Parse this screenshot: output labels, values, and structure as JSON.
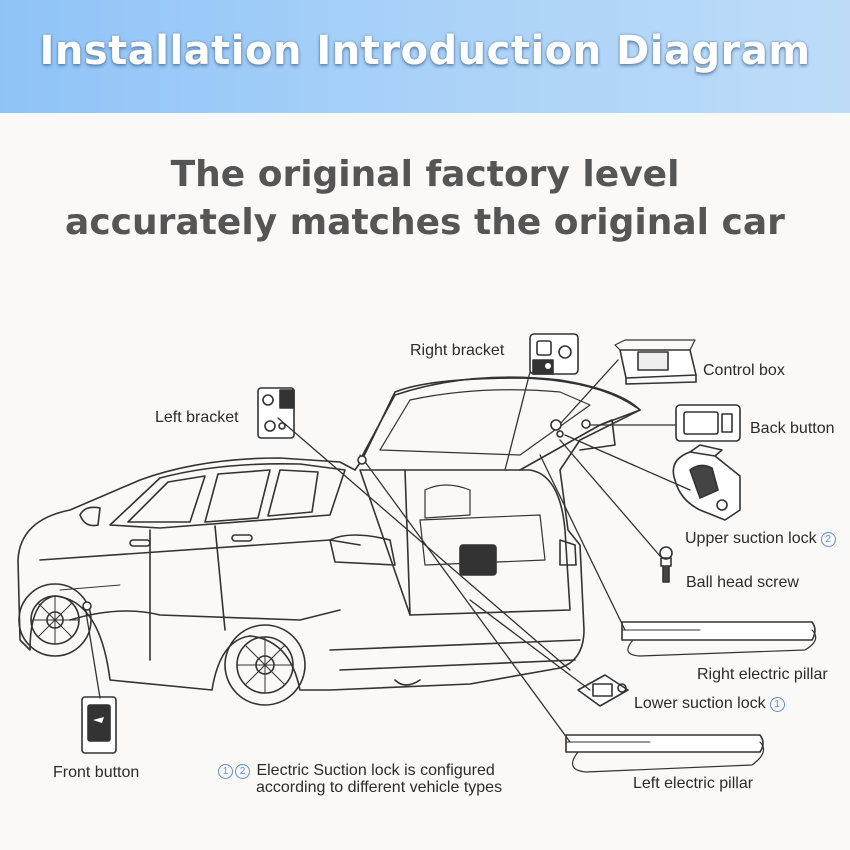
{
  "banner": {
    "title": "Installation Introduction Diagram"
  },
  "headline": {
    "line1": "The original factory level",
    "line2": "accurately matches the original car"
  },
  "labels": {
    "right_bracket": "Right bracket",
    "control_box": "Control box",
    "left_bracket": "Left bracket",
    "back_button": "Back button",
    "upper_suction_lock": "Upper suction lock",
    "upper_suction_lock_num": "2",
    "ball_head_screw": "Ball head screw",
    "right_electric_pillar": "Right electric pillar",
    "lower_suction_lock": "Lower suction lock",
    "lower_suction_lock_num": "1",
    "front_button": "Front button",
    "left_electric_pillar": "Left electric pillar"
  },
  "note": {
    "num1": "1",
    "num2": "2",
    "line1": "Electric Suction lock is configured",
    "line2": "according to different vehicle types"
  },
  "colors": {
    "banner_start": "#8fc3f7",
    "banner_end": "#bedcf8",
    "headline": "#555555",
    "line_art": "#333333",
    "marker": "#5b8fd6"
  }
}
